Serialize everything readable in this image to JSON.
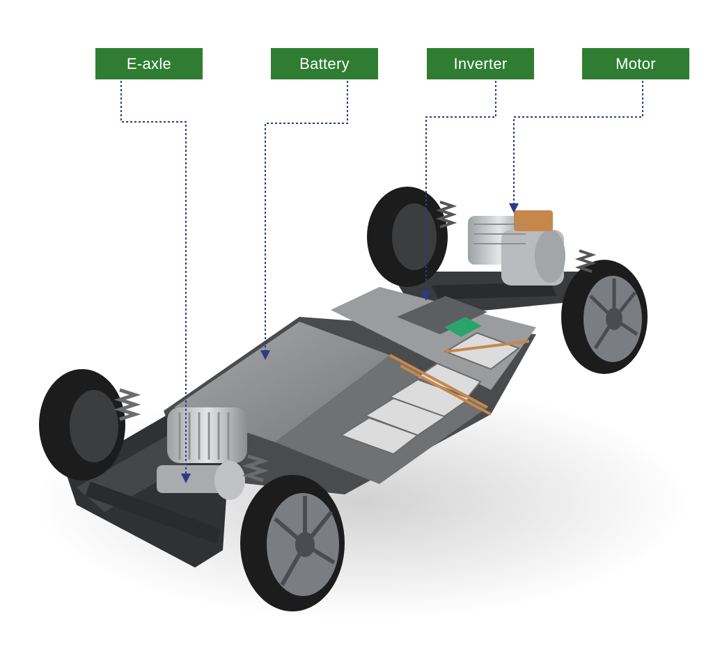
{
  "labels": {
    "eaxle": "E-axle",
    "battery": "Battery",
    "inverter": "Inverter",
    "motor": "Motor"
  },
  "colors": {
    "label_bg": "#2f7d32",
    "leader_line": "#2b3a8c",
    "tire": "#1c1c1c",
    "rim": "#7a7d82",
    "battery_cover": "#8e9092",
    "battery_cells": "#dcdcdc",
    "copper_busbar": "#c8874a",
    "inverter_board": "#2aa46c",
    "motor_housing": "#c7c8ca"
  },
  "icons": {
    "vehicle": "ev-skateboard-chassis-illustration",
    "arrow": "arrowhead-icon"
  }
}
